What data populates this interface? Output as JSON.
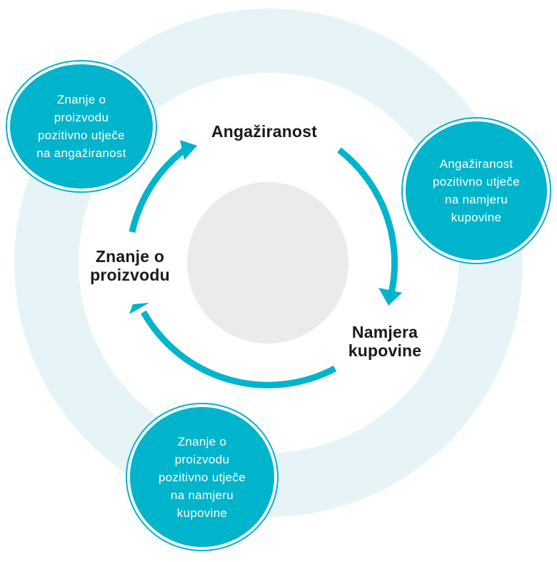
{
  "colors": {
    "accent": "#00b4cc",
    "ring": "#e6f4f8",
    "center": "#ebebee",
    "text_dark": "#1a1a1a",
    "bubble_text": "#ffffff"
  },
  "stages": {
    "engagement": "Angažiranost",
    "purchase_intent": "Namjera\nkupovine",
    "product_knowledge": "Znanje o\nproizvodu"
  },
  "effects": {
    "knowledge_to_engagement": "Znanje o\nproizvodu\npozitivno utječe\nna angažiranost",
    "engagement_to_intent": "Angažiranost\npozitivno utječe\nna namjeru\nkupovine",
    "knowledge_to_intent": "Znanje o\nproizvodu\npozitivno utječe\nna namjeru\nkupovine"
  }
}
